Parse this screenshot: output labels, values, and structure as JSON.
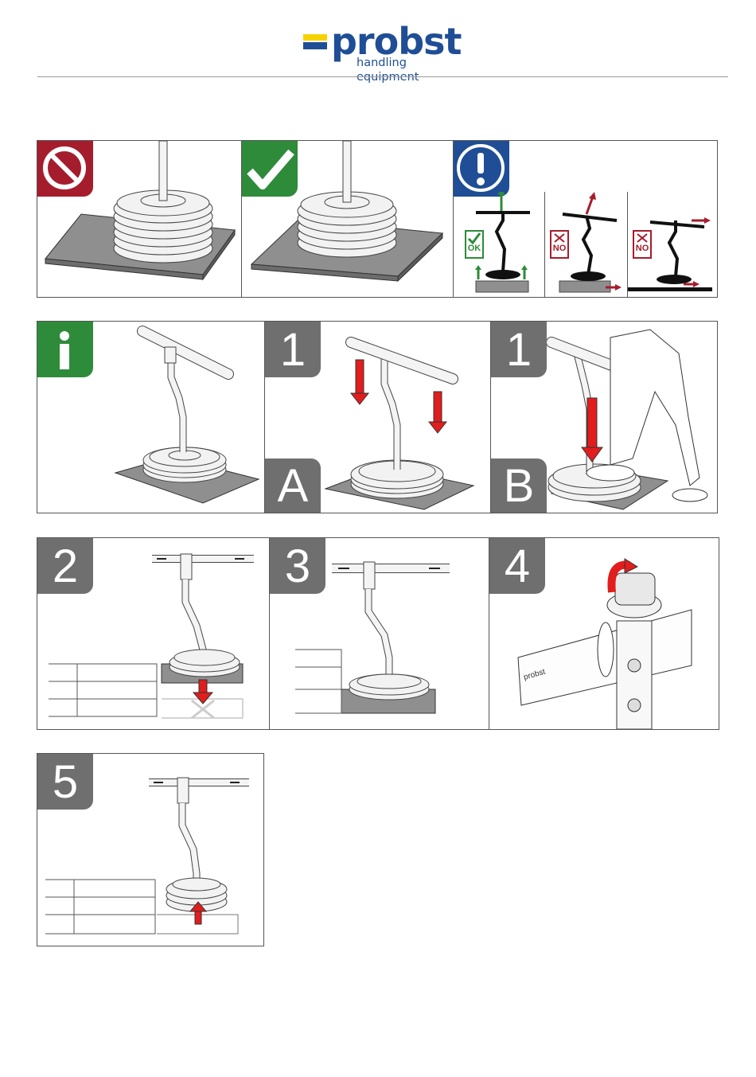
{
  "header": {
    "brand": "probst",
    "tagline": "handling equipment",
    "brand_color": "#1f4e96",
    "accent_color": "#f6d300"
  },
  "safety_row": {
    "prohibited_icon": "no-entry-icon",
    "prohibited_color": "#a51d2d",
    "correct_icon": "checkmark-icon",
    "correct_color": "#2e8b3a",
    "warning_icon": "exclamation-icon",
    "warning_color": "#1f4e96",
    "checks": [
      {
        "label": "OK",
        "icon": "check-box-icon"
      },
      {
        "label": "NO",
        "icon": "x-box-icon"
      },
      {
        "label": "NO",
        "icon": "x-box-icon"
      }
    ]
  },
  "step_row": {
    "info_icon": "info-icon",
    "info_color": "#2e8b3a",
    "panels": [
      {
        "step": "1",
        "variant": "A"
      },
      {
        "step": "1",
        "variant": "B"
      }
    ]
  },
  "steps_row3": [
    "2",
    "3",
    "4"
  ],
  "steps_row4": [
    "5"
  ],
  "device_label": "probst"
}
